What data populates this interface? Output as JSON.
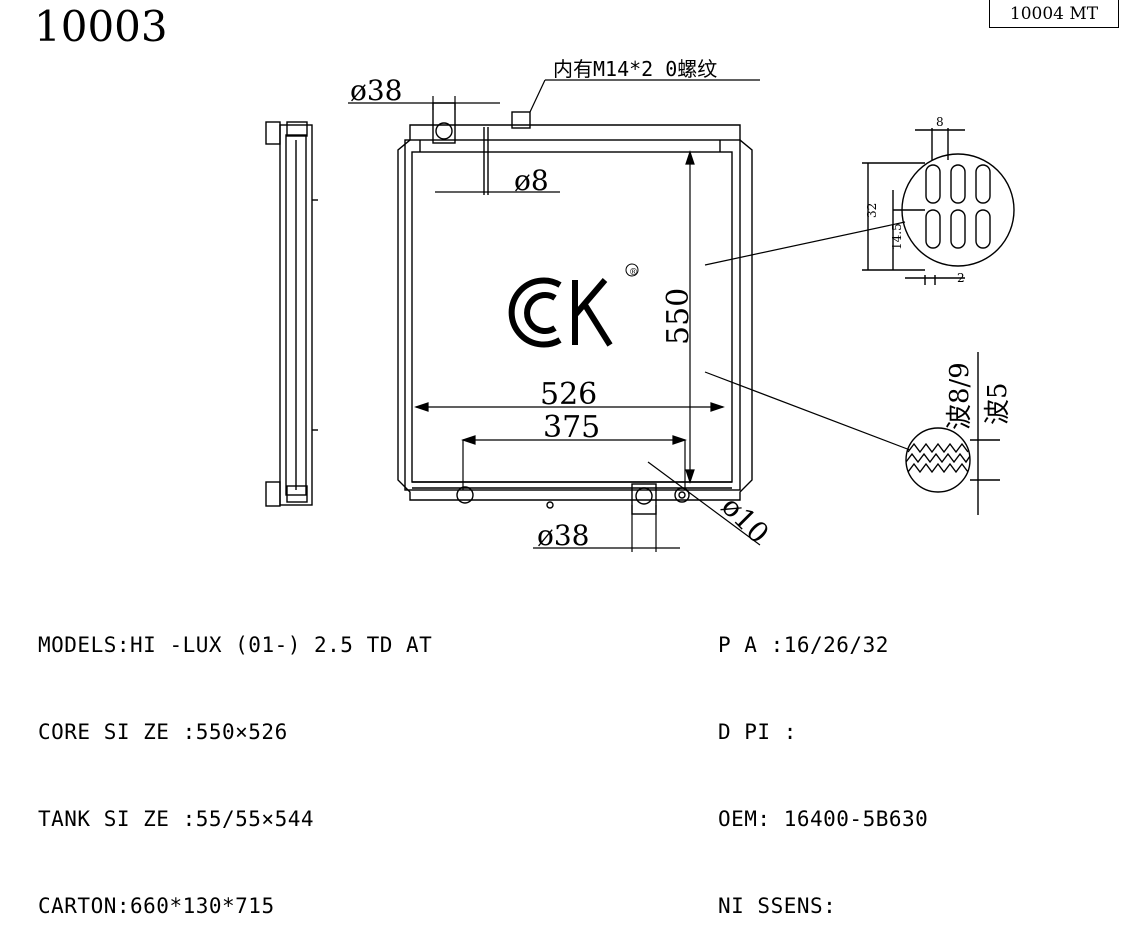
{
  "header": {
    "part_number": "10003",
    "variant_tag": "10004 MT"
  },
  "drawing": {
    "thread_note": "内有M14*2 0螺纹",
    "inlet_diameter": "ø38",
    "outlet_diameter": "ø38",
    "drain_diameter": "ø8",
    "small_port_diameter": "ø10",
    "core_width": "526",
    "core_height": "550",
    "tank_span": "375",
    "logo_text": "ck",
    "registered_mark": "®",
    "tube_pitch": "8",
    "tube_height": "32",
    "tube_row_height": "14.5",
    "tube_gap": "2",
    "fin_wave_a": "波8/9",
    "fin_wave_b": "波5"
  },
  "specs_left": [
    {
      "label": "MODELS:",
      "value": "HI -LUX (01-) 2.5 TD AT"
    },
    {
      "label": "CORE SI ZE :",
      "value": "550×526"
    },
    {
      "label": "TANK SI ZE :",
      "value": "55/55×544"
    },
    {
      "label": "CARTON:",
      "value": "660*130*715"
    }
  ],
  "specs_right": [
    {
      "label": "P A :",
      "value": "16/26/32"
    },
    {
      "label": "D PI :",
      "value": ""
    },
    {
      "label": "OEM:",
      "value": " 16400-5B630"
    },
    {
      "label": "NI SSENS:",
      "value": ""
    }
  ]
}
